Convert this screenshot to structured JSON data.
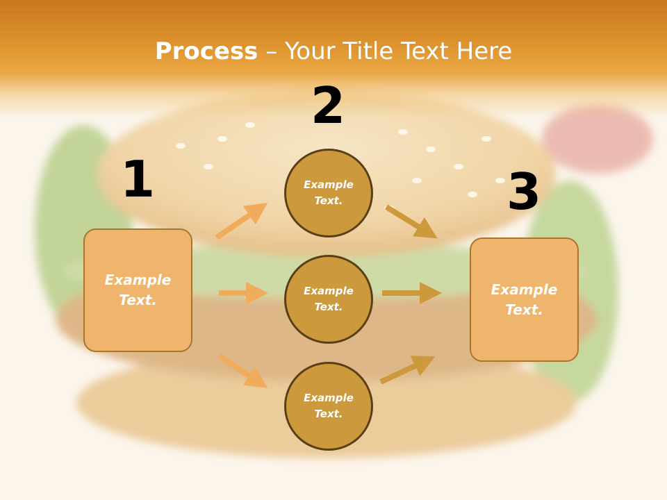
{
  "title": {
    "bold": "Process",
    "rest": " – Your Title Text Here"
  },
  "steps": [
    {
      "number": "1",
      "text": "Example\nText."
    },
    {
      "number": "2",
      "items": [
        "Example\nText.",
        "Example\nText.",
        "Example\nText."
      ]
    },
    {
      "number": "3",
      "text": "Example\nText."
    }
  ],
  "colors": {
    "title_band": "#df952f",
    "box_fill": "#f0b56c",
    "box_border": "#a77530",
    "circle_fill": "#cc9a3c",
    "circle_border": "#5a3e16",
    "arrow_light": "#f0ac5a",
    "arrow_dark": "#cc9a3c"
  },
  "background": "blurred burger photo with sesame bun and lettuce"
}
